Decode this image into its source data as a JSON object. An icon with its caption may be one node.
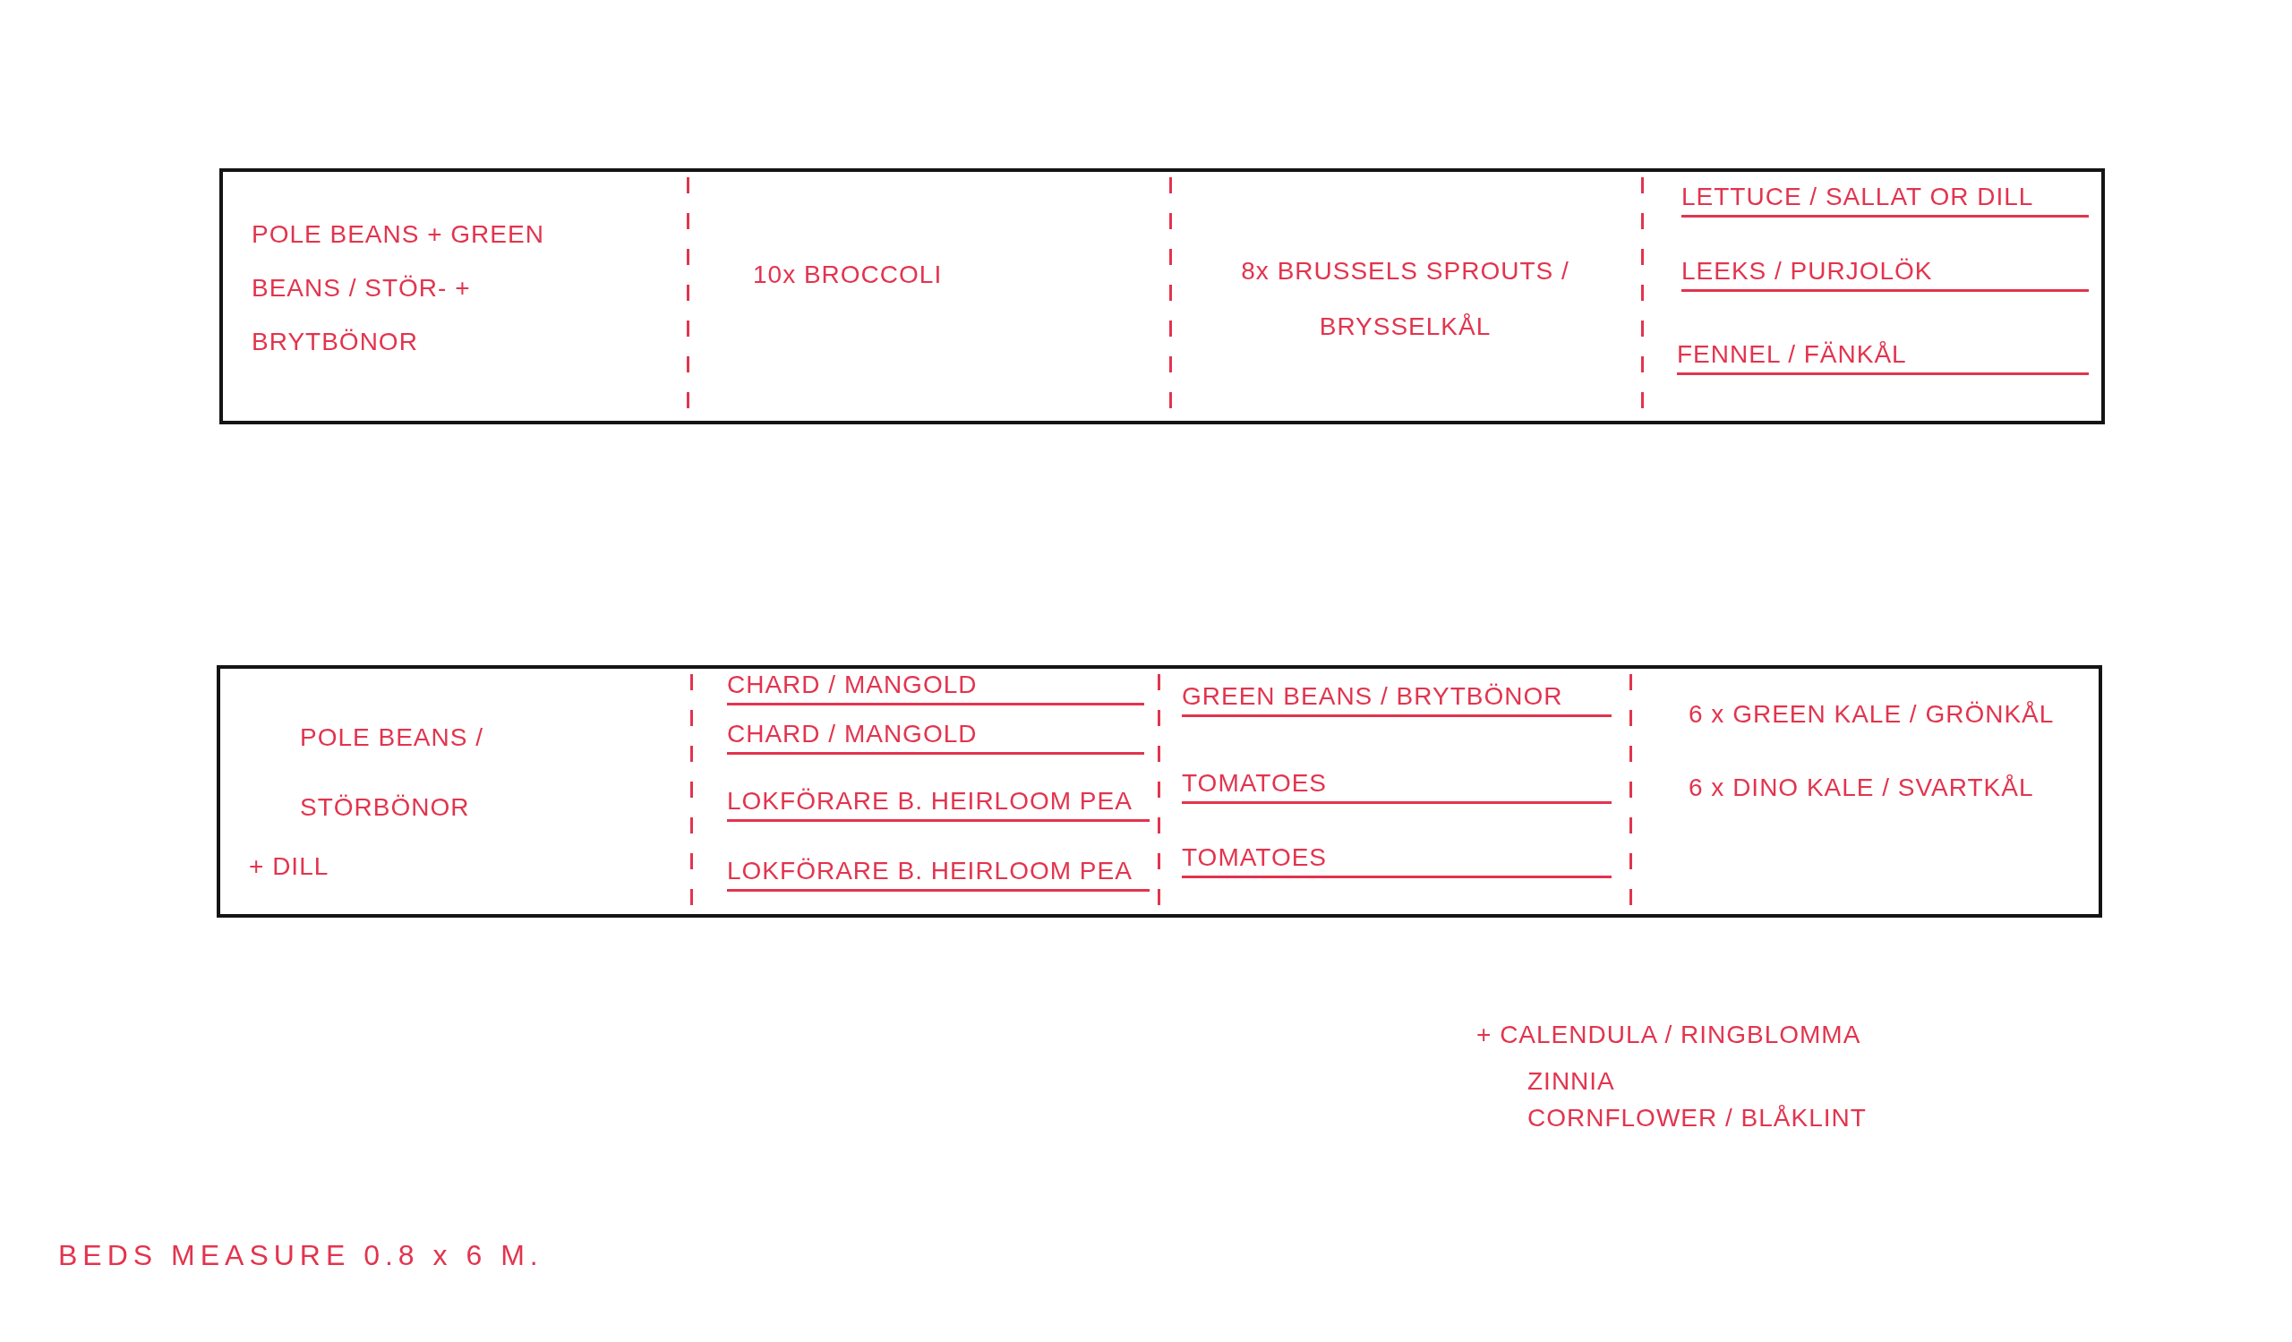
{
  "diagram": {
    "nodes": [
      {
        "text": [],
        "shape": "box"
      },
      {
        "text": [
          "POLE BEANS + GREEN BEANS / STÖR- + BRYTBÖNOR"
        ],
        "in": 0
      },
      {
        "text": [
          "10x BROCCOLI"
        ],
        "in": 0
      },
      {
        "text": [
          "8x BRUSSELS SPROUTS / BRYSSELKÅL"
        ],
        "in": 0
      },
      {
        "text": [
          "LETTUCE / SALLAT OR DILL",
          "LEEKS / PURJOLÖK",
          "FENNEL / FÄNKÅL"
        ],
        "in": 0
      },
      {
        "text": [],
        "shape": "box"
      },
      {
        "text": [
          "POLE BEANS / STÖRBÖNOR",
          "+ DILL"
        ],
        "in": 5
      },
      {
        "text": [
          "CHARD / MANGOLD",
          "CHARD / MANGOLD",
          "LOKFÖRARE B. HEIRLOOM PEA",
          "LOKFÖRARE B. HEIRLOOM PEA"
        ],
        "in": 5
      },
      {
        "text": [
          "GREEN BEANS / BRYTBÖNOR",
          "TOMATOES",
          "TOMATOES"
        ],
        "in": 5
      },
      {
        "text": [
          "6 x GREEN KALE / GRÖNKÅL",
          "6 x DINO KALE / SVARTKÅL"
        ],
        "in": 5
      }
    ],
    "labels": [
      "+ CALENDULA / RINGBLOMMA",
      "ZINNIA",
      "CORNFLOWER / BLÅKLINT",
      "BEDS MEASURE 0.8 x 6 M."
    ]
  }
}
